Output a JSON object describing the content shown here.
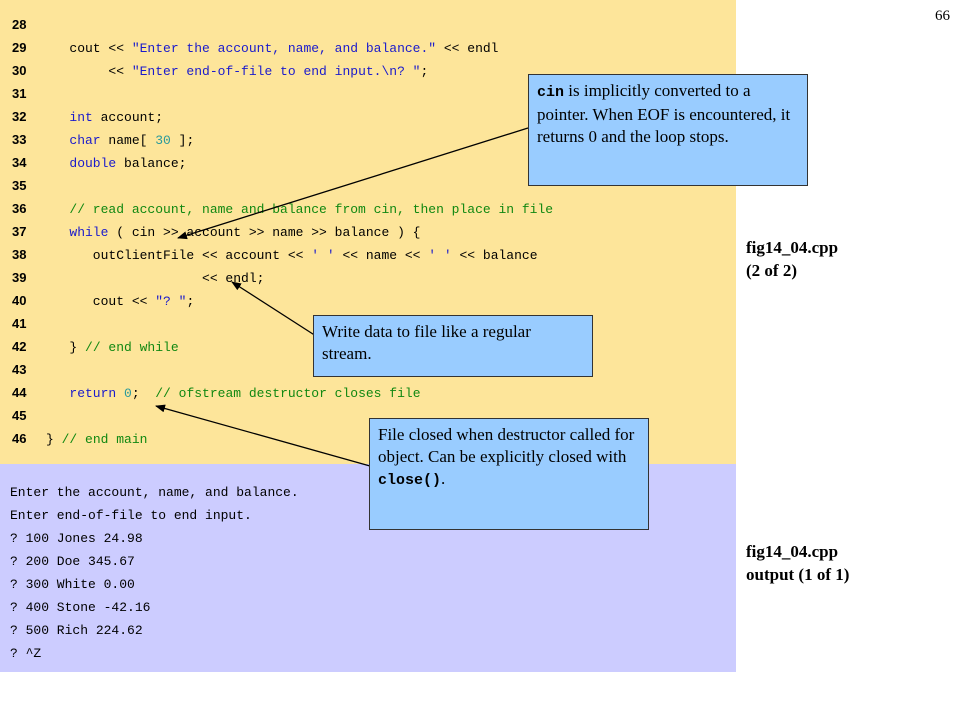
{
  "page_number": "66",
  "code_lines": [
    {
      "num": "28",
      "segments": []
    },
    {
      "num": "29",
      "segments": [
        {
          "t": "   cout << ",
          "c": "plain"
        },
        {
          "t": "\"Enter the account, name, and balance.\"",
          "c": "str"
        },
        {
          "t": " << endl",
          "c": "plain"
        }
      ]
    },
    {
      "num": "30",
      "segments": [
        {
          "t": "        << ",
          "c": "plain"
        },
        {
          "t": "\"Enter end-of-file to end input.\\n? \"",
          "c": "str"
        },
        {
          "t": ";",
          "c": "plain"
        }
      ]
    },
    {
      "num": "31",
      "segments": []
    },
    {
      "num": "32",
      "segments": [
        {
          "t": "   ",
          "c": "plain"
        },
        {
          "t": "int",
          "c": "kw"
        },
        {
          "t": " account;",
          "c": "plain"
        }
      ]
    },
    {
      "num": "33",
      "segments": [
        {
          "t": "   ",
          "c": "plain"
        },
        {
          "t": "char",
          "c": "kw"
        },
        {
          "t": " name[ ",
          "c": "plain"
        },
        {
          "t": "30",
          "c": "num"
        },
        {
          "t": " ];",
          "c": "plain"
        }
      ]
    },
    {
      "num": "34",
      "segments": [
        {
          "t": "   ",
          "c": "plain"
        },
        {
          "t": "double",
          "c": "kw"
        },
        {
          "t": " balance;",
          "c": "plain"
        }
      ]
    },
    {
      "num": "35",
      "segments": []
    },
    {
      "num": "36",
      "segments": [
        {
          "t": "   ",
          "c": "plain"
        },
        {
          "t": "// read account, name and balance from cin, then place in file",
          "c": "cm"
        }
      ]
    },
    {
      "num": "37",
      "segments": [
        {
          "t": "   ",
          "c": "plain"
        },
        {
          "t": "while",
          "c": "kw"
        },
        {
          "t": " ( cin >> account >> name >> balance ) {",
          "c": "plain"
        }
      ]
    },
    {
      "num": "38",
      "segments": [
        {
          "t": "      outClientFile << account << ",
          "c": "plain"
        },
        {
          "t": "' '",
          "c": "str"
        },
        {
          "t": " << name << ",
          "c": "plain"
        },
        {
          "t": "' '",
          "c": "str"
        },
        {
          "t": " << balance",
          "c": "plain"
        }
      ]
    },
    {
      "num": "39",
      "segments": [
        {
          "t": "                    << endl;",
          "c": "plain"
        }
      ]
    },
    {
      "num": "40",
      "segments": [
        {
          "t": "      cout << ",
          "c": "plain"
        },
        {
          "t": "\"? \"",
          "c": "str"
        },
        {
          "t": ";",
          "c": "plain"
        }
      ]
    },
    {
      "num": "41",
      "segments": []
    },
    {
      "num": "42",
      "segments": [
        {
          "t": "   } ",
          "c": "plain"
        },
        {
          "t": "// end while",
          "c": "cm"
        }
      ]
    },
    {
      "num": "43",
      "segments": []
    },
    {
      "num": "44",
      "segments": [
        {
          "t": "   ",
          "c": "plain"
        },
        {
          "t": "return",
          "c": "kw"
        },
        {
          "t": " ",
          "c": "plain"
        },
        {
          "t": "0",
          "c": "num"
        },
        {
          "t": ";  ",
          "c": "plain"
        },
        {
          "t": "// ofstream destructor closes file",
          "c": "cm"
        }
      ]
    },
    {
      "num": "45",
      "segments": []
    },
    {
      "num": "46",
      "segments": [
        {
          "t": "} ",
          "c": "plain"
        },
        {
          "t": "// end main",
          "c": "cm"
        }
      ]
    }
  ],
  "output_lines": [
    "Enter the account, name, and balance.",
    "Enter end-of-file to end input.",
    "? 100 Jones 24.98",
    "? 200 Doe 345.67",
    "? 300 White 0.00",
    "? 400 Stone -42.16",
    "? 500 Rich 224.62",
    "? ^Z"
  ],
  "side_labels": {
    "code_file": "fig14_04.cpp",
    "code_part": "(2 of 2)",
    "output_file": "fig14_04.cpp",
    "output_part": "output (1 of 1)"
  },
  "callouts": {
    "cin": {
      "code": "cin",
      "text": " is implicitly converted to a pointer. When EOF is encountered, it returns 0 and the loop stops."
    },
    "write": {
      "text": "Write data to file like a regular stream."
    },
    "close": {
      "text": "File closed when destructor called for object. Can be explicitly closed with ",
      "code": "close()",
      "tail": "."
    }
  },
  "colors": {
    "code_bg": "#fde59a",
    "output_bg": "#ccccff",
    "callout_bg": "#99ccff"
  }
}
